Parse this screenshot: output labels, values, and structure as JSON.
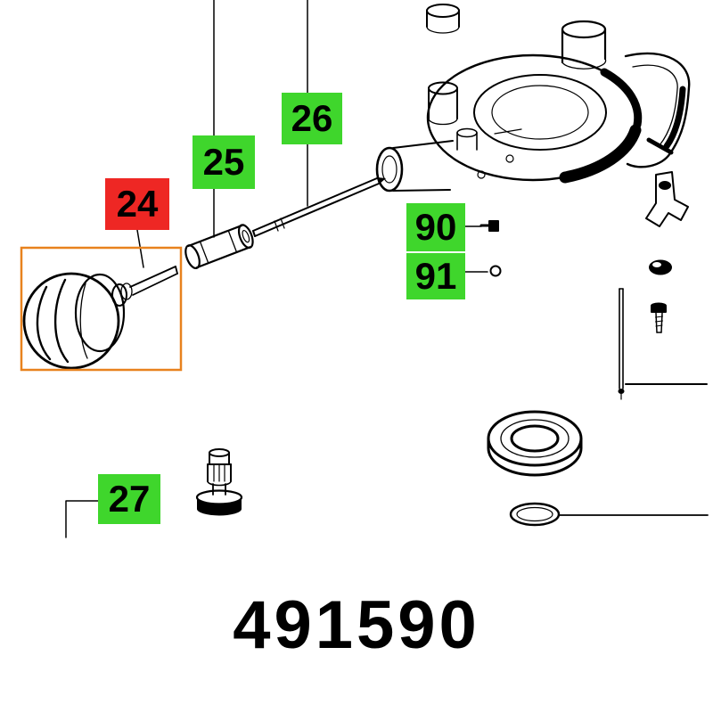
{
  "diagram": {
    "part_number": "491590",
    "labels": [
      {
        "id": "24",
        "text": "24",
        "style": "red",
        "highlighted": true
      },
      {
        "id": "25",
        "text": "25",
        "style": "green",
        "highlighted": false
      },
      {
        "id": "26",
        "text": "26",
        "style": "green",
        "highlighted": false
      },
      {
        "id": "90",
        "text": "90",
        "style": "green",
        "highlighted": false
      },
      {
        "id": "91",
        "text": "91",
        "style": "green",
        "highlighted": false
      },
      {
        "id": "27",
        "text": "27",
        "style": "green",
        "highlighted": false
      }
    ],
    "colors": {
      "label_green": "#3fd62c",
      "label_red": "#ee2724",
      "highlight_orange": "#e8821e",
      "line": "#000000",
      "background": "#ffffff",
      "text": "#000000"
    }
  }
}
